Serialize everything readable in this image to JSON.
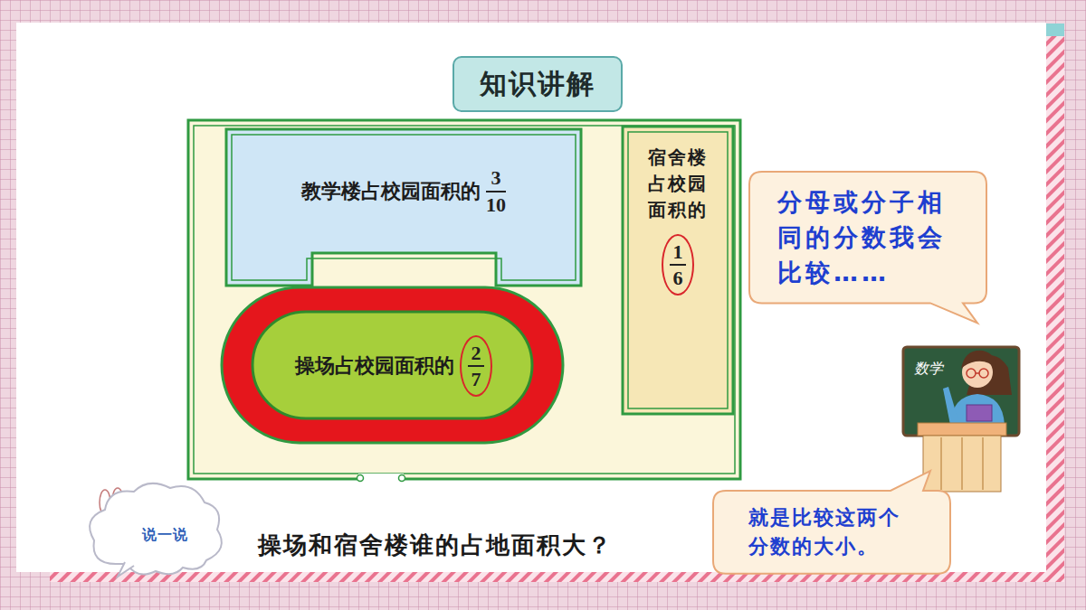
{
  "diagram": {
    "title": "知识讲解",
    "nodes": [
      {
        "text": [
          "教学楼占校园面积的",
          "3",
          "10"
        ]
      },
      {
        "text": [
          "宿舍楼占校园面积的",
          "1",
          "6"
        ]
      },
      {
        "text": [
          "操场占校园面积的",
          "2",
          "7"
        ]
      },
      {
        "text": [
          "分母或分子相同的分数我会比较……"
        ]
      },
      {
        "text": [
          "就是比较这两个分数的大小。"
        ]
      },
      {
        "text": [
          "说一说"
        ]
      }
    ],
    "labels": [
      "操场和宿舍楼谁的占地面积大？",
      "数学"
    ]
  }
}
